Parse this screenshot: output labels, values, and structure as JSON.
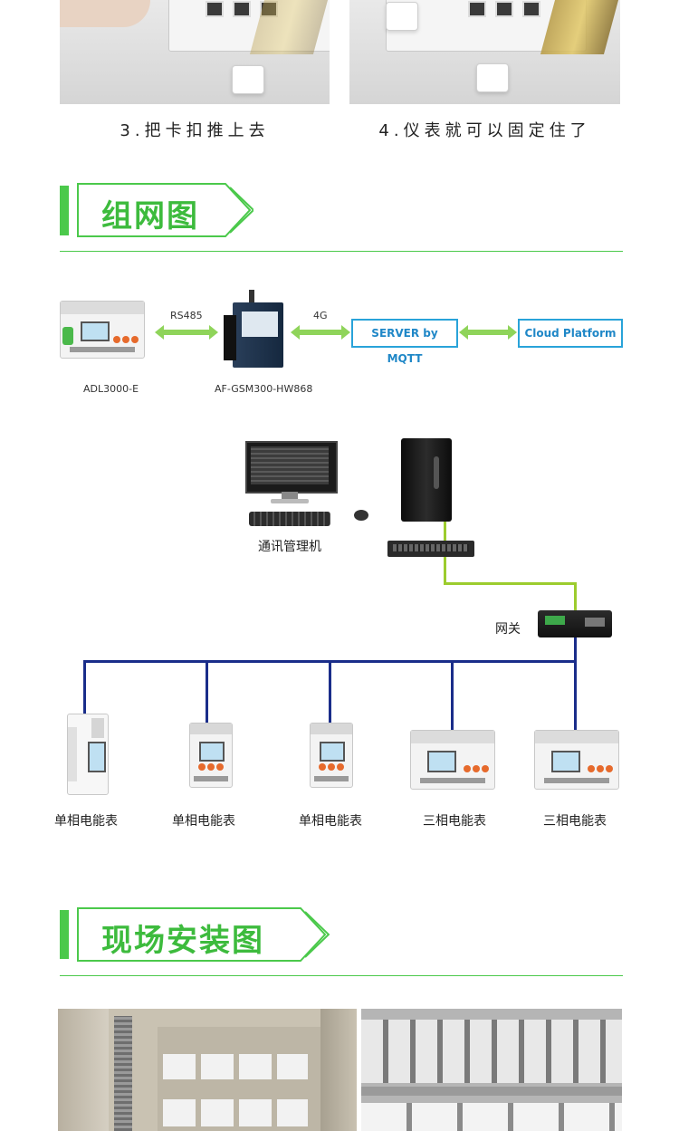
{
  "install_steps": [
    {
      "caption": "3.把卡扣推上去"
    },
    {
      "caption": "4.仪表就可以固定住了"
    }
  ],
  "sections": {
    "network": {
      "title": "组网图"
    },
    "site": {
      "title": "现场安装图"
    }
  },
  "topology": {
    "meter_label": "ADL3000-E",
    "link1_label": "RS485",
    "gateway_label": "AF-GSM300-HW868",
    "link2_label": "4G",
    "server_label": "SERVER by MQTT",
    "cloud_label": "Cloud Platform"
  },
  "lan": {
    "pc_label": "通讯管理机",
    "gateway_label": "网关"
  },
  "meters": [
    {
      "label": "单相电能表"
    },
    {
      "label": "单相电能表"
    },
    {
      "label": "单相电能表"
    },
    {
      "label": "三相电能表"
    },
    {
      "label": "三相电能表"
    }
  ],
  "colors": {
    "accent": "#4bc94b",
    "box": "#29a3d9",
    "bus": "#1a2d8a",
    "link": "#9ccc2e"
  }
}
